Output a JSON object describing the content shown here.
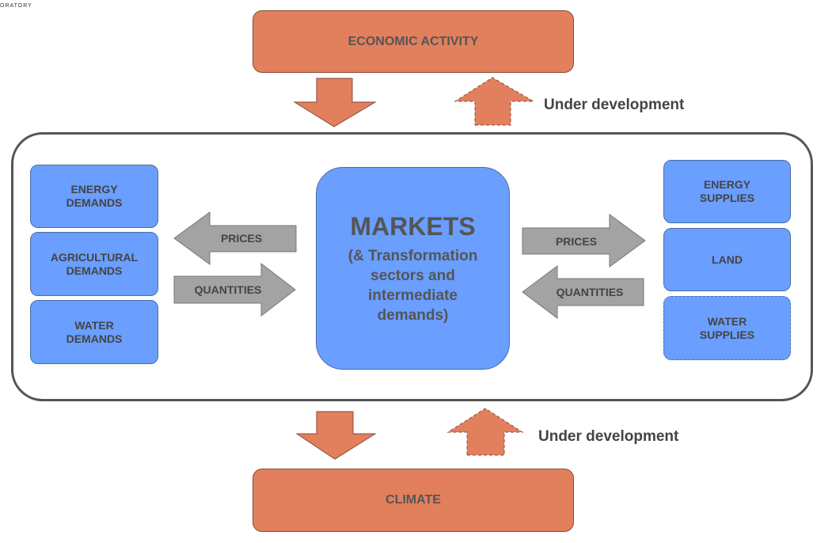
{
  "logo_text": "ORATORY",
  "economic_activity": "ECONOMIC ACTIVITY",
  "climate": "CLIMATE",
  "under_development_top": "Under development",
  "under_development_bottom": "Under development",
  "markets": {
    "title": "MARKETS",
    "subtitle_lines": [
      "(& Transformation",
      "sectors and",
      "intermediate",
      "demands)"
    ]
  },
  "left_boxes": {
    "energy": [
      "ENERGY",
      "DEMANDS"
    ],
    "agricultural": [
      "AGRICULTURAL",
      "DEMANDS"
    ],
    "water": [
      "WATER",
      "DEMANDS"
    ]
  },
  "right_boxes": {
    "energy": [
      "ENERGY",
      "SUPPLIES"
    ],
    "land": [
      "LAND"
    ],
    "water": [
      "WATER",
      "SUPPLIES"
    ]
  },
  "arrows": {
    "left_prices": "PRICES",
    "left_quantities": "QUANTITIES",
    "right_prices": "PRICES",
    "right_quantities": "QUANTITIES"
  },
  "colors": {
    "orange": "#E27F5D",
    "blue": "#6A9EFF",
    "gray_arrow": "#A3A3A3"
  }
}
